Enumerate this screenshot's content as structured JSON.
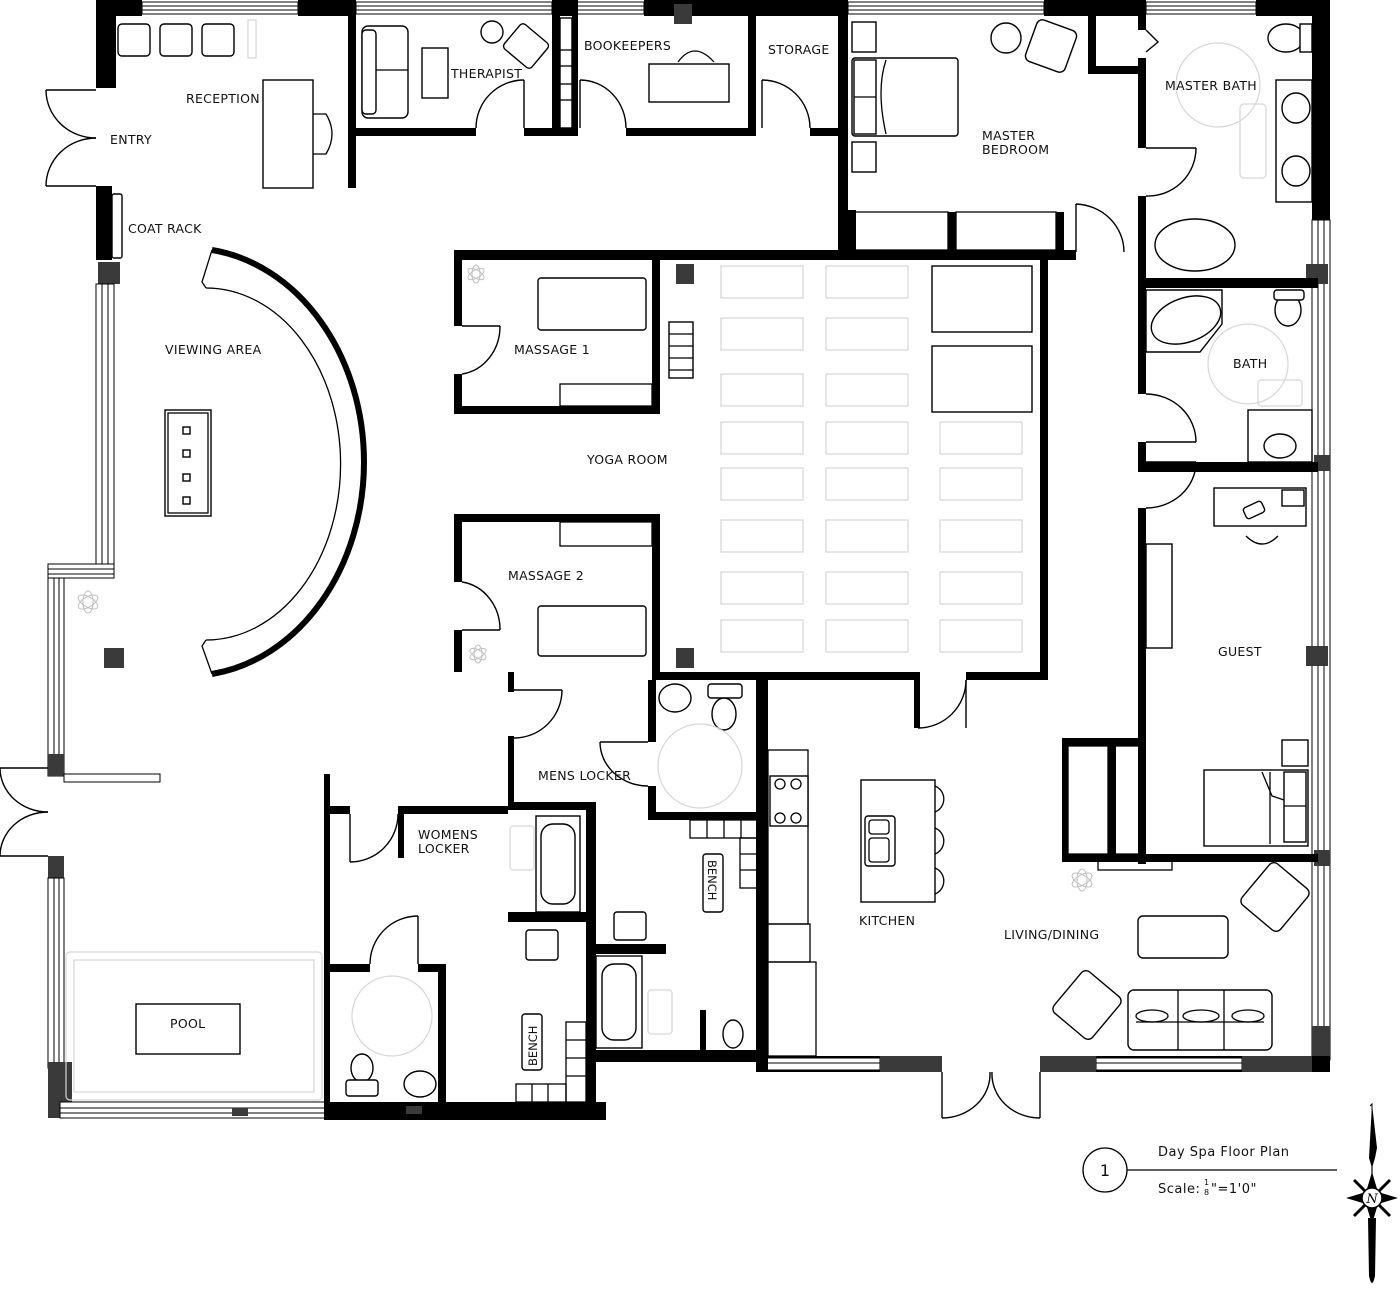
{
  "plan": {
    "title": "Day Spa Floor Plan",
    "scale_label": "Scale:",
    "scale_value": "1/8\"=1'0\"",
    "scale_numerator": "1",
    "scale_denominator": "8",
    "scale_rest": "\"=1'0\"",
    "drawing_number": "1",
    "north_label": "N"
  },
  "rooms": {
    "entry": "ENTRY",
    "reception": "RECEPTION",
    "coat_rack": "COAT RACK",
    "viewing_area": "VIEWING AREA",
    "therapist": "THERAPIST",
    "bookkeepers": "BOOKEEPERS",
    "storage": "STORAGE",
    "master_bedroom_1": "MASTER",
    "master_bedroom_2": "BEDROOM",
    "master_bath": "MASTER BATH",
    "massage_1": "MASSAGE 1",
    "massage_2": "MASSAGE 2",
    "yoga_room": "YOGA ROOM",
    "bath": "BATH",
    "guest": "GUEST",
    "mens_locker": "MENS LOCKER",
    "womens_locker_1": "WOMENS",
    "womens_locker_2": "LOCKER",
    "bench_womens": "BENCH",
    "bench_mens": "BENCH",
    "kitchen": "KITCHEN",
    "living_dining": "LIVING/DINING",
    "pool": "POOL"
  },
  "colors": {
    "wall": "#000000",
    "column": "#3a3a3a",
    "light_fixture": "#d6d6d6",
    "background": "#ffffff"
  }
}
